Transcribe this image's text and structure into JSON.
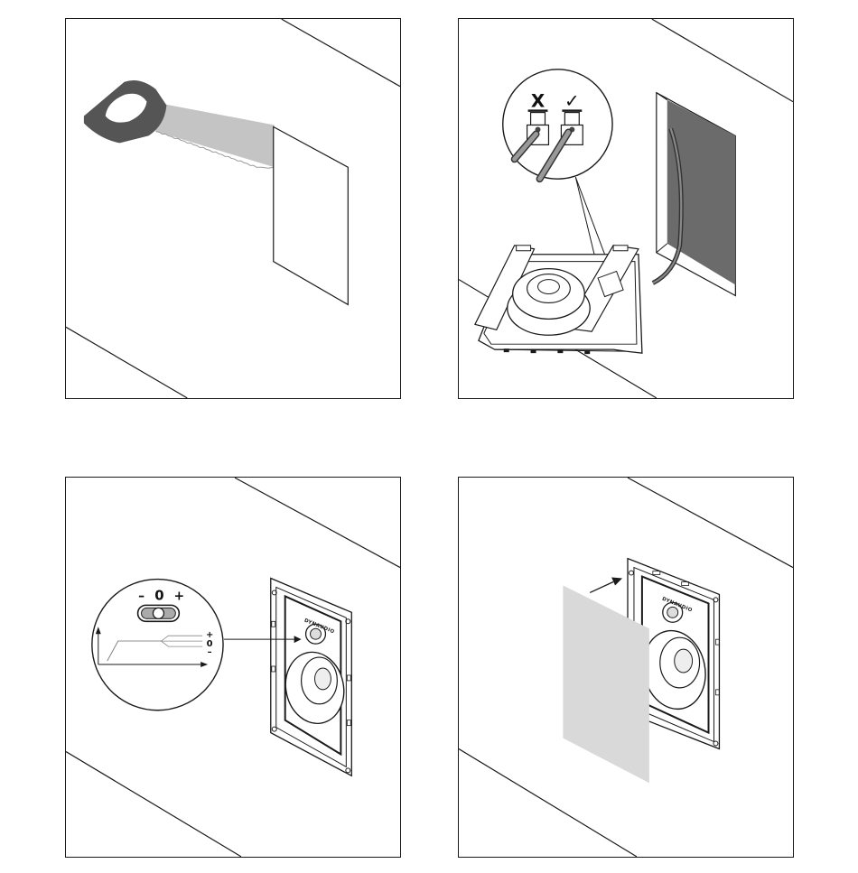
{
  "diagram": {
    "steps": [
      {
        "id": "cut-hole"
      },
      {
        "id": "connect-wires"
      },
      {
        "id": "set-level-switch"
      },
      {
        "id": "attach-grille"
      }
    ],
    "wire_check": {
      "wrong_mark": "X",
      "right_mark": "✓"
    },
    "level_switch": {
      "minus": "–",
      "zero": "0",
      "plus": "+"
    },
    "brand_text": "DYNAUDIO",
    "colors": {
      "line": "#1a1a1a",
      "wall_cutout": "#6b6b6b",
      "grille": "#d9d9d9",
      "saw_blade": "#bfbfbf"
    }
  }
}
